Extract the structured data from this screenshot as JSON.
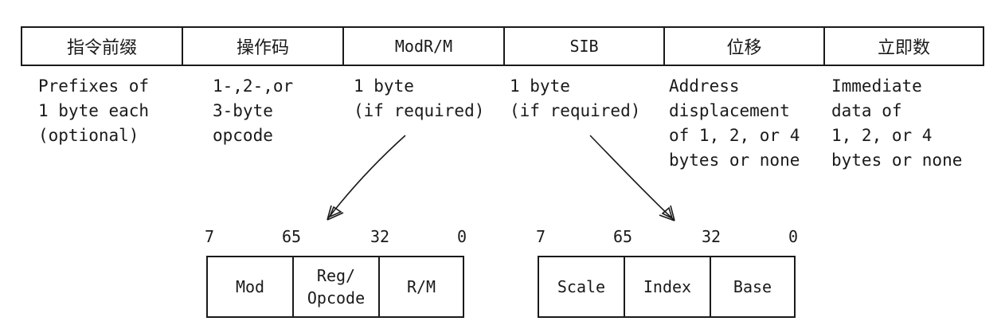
{
  "top_fields": [
    "指令前缀",
    "操作码",
    "ModR/M",
    "SIB",
    "位移",
    "立即数"
  ],
  "descriptions": [
    "Prefixes of\n1 byte each\n(optional)",
    "1-,2-,or\n3-byte\nopcode",
    "1 byte\n(if required)",
    "1 byte\n(if required)",
    "Address\ndisplacement\nof 1, 2, or 4\nbytes or none",
    "Immediate\ndata of\n1, 2, or 4\nbytes or none"
  ],
  "modrm": {
    "bits": [
      "7",
      "65",
      "32",
      "0"
    ],
    "fields": [
      "Mod",
      "Reg/\nOpcode",
      "R/M"
    ]
  },
  "sib": {
    "bits": [
      "7",
      "65",
      "32",
      "0"
    ],
    "fields": [
      "Scale",
      "Index",
      "Base"
    ]
  }
}
